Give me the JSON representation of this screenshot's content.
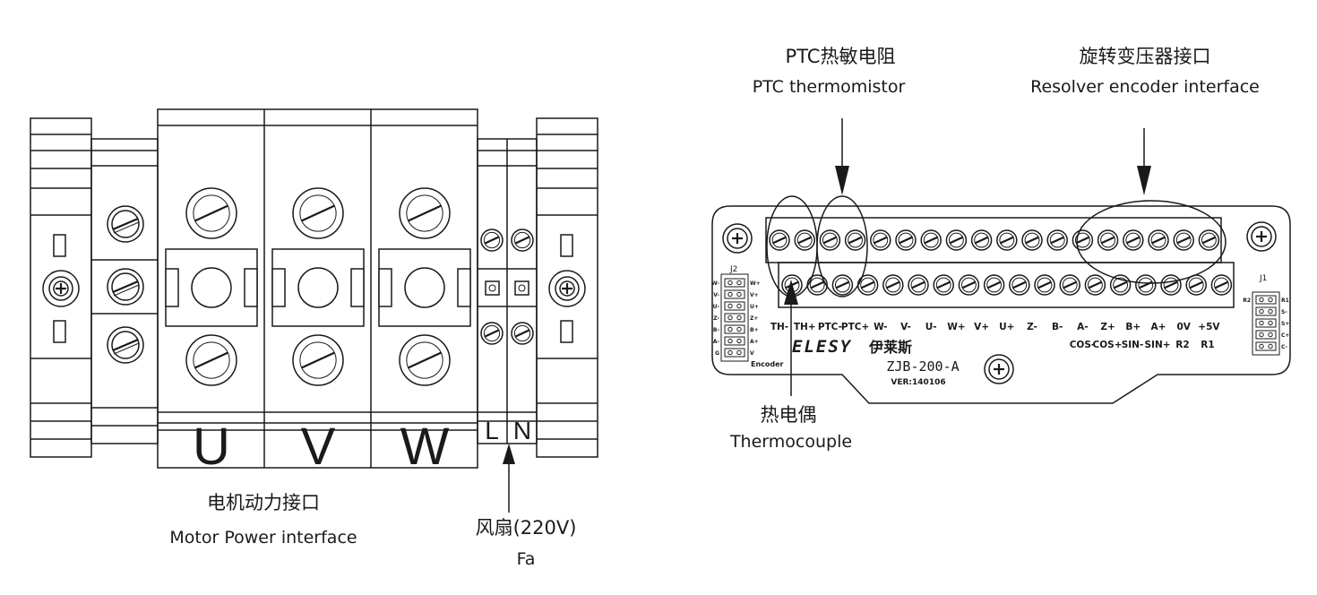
{
  "motor_block": {
    "phases": [
      "U",
      "V",
      "W"
    ],
    "fan_terminals": [
      "L",
      "N"
    ],
    "caption_cn": "电机动力接口",
    "caption_en": "Motor Power interface",
    "fan_cn": "风扇(220V)",
    "fan_en": "Fa"
  },
  "encoder_board": {
    "ptc_cn": "PTC热敏电阻",
    "ptc_en": "PTC thermomistor",
    "resolver_cn": "旋转变压器接口",
    "resolver_en": "Resolver encoder interface",
    "thermo_cn": "热电偶",
    "thermo_en": "Thermocouple",
    "pins_upper": [
      "TH-",
      "TH+",
      "PTC-",
      "PTC+",
      "W-",
      "V-",
      "U-",
      "W+",
      "V+",
      "U+",
      "Z-",
      "B-",
      "A-",
      "Z+",
      "B+",
      "A+",
      "0V",
      "+5V"
    ],
    "pins_lower": [
      "COS-",
      "COS+",
      "SIN-",
      "SIN+",
      "R2",
      "R1"
    ],
    "brand_en": "ELESY",
    "brand_cn": "伊莱斯",
    "model": "ZJB-200-A",
    "version": "VER:140106",
    "j2_label": "J2",
    "j2_left": [
      "W-",
      "V-",
      "U-",
      "Z-",
      "B-",
      "A-",
      "G"
    ],
    "j2_right": [
      "W+",
      "V+",
      "U+",
      "Z+",
      "B+",
      "A+",
      "V"
    ],
    "j2_caption": "Encoder",
    "j1_label": "J1",
    "j1_left": [
      "R2"
    ],
    "j1_right": [
      "R1",
      "S-",
      "S+",
      "C+",
      "C-"
    ]
  }
}
